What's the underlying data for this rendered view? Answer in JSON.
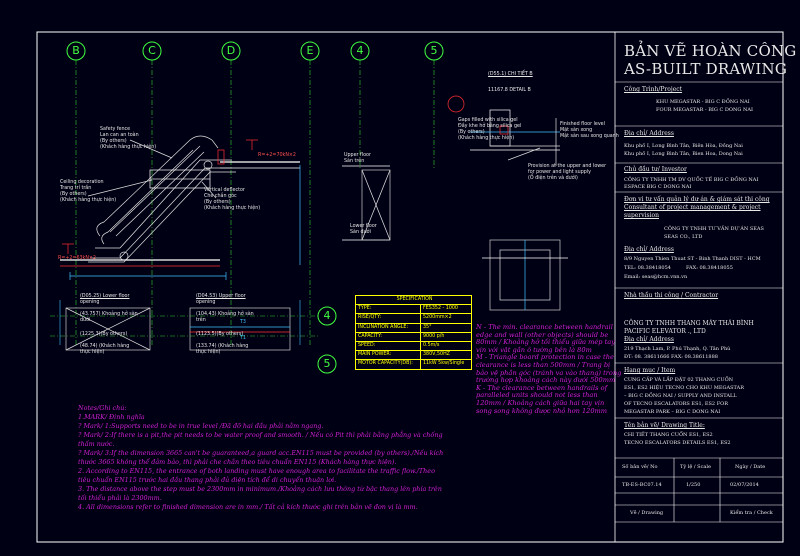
{
  "title": {
    "vi": "BẢN VẼ HOÀN CÔNG",
    "en": "AS-BUILT DRAWING"
  },
  "titleblock": {
    "project_h": "Công Trình/Project",
    "project_1": "KHU MEGASTAR - BIG C ĐỒNG NAI",
    "project_2": "FOUR MEGASTAR - BIG C DONG NAI",
    "addr_h": "Địa chỉ/ Address",
    "addr_1": "Khu phố I, Long Bình Tân, Biên Hòa, Đồng Nai",
    "addr_2": "Khu phố I, Long Bình Tân, Bien Hoa, Dong Nai",
    "investor_h": "Chủ đầu tư/ Investor",
    "investor_1": "CÔNG TY TNHH TM DV QUỐC TẾ BIG C ĐỒNG NAI",
    "investor_2": "ESPACE BIG C DONG NAI",
    "consult_h1": "Đơn vị tư vấn quản lý dự án & giám sát thi công",
    "consult_h2": "Consultant of project management & project",
    "consult_h3": "supervision",
    "consult_1": "CÔNG TY TNHH TƯ VẤN DỰ ÁN SEAS",
    "consult_2": "SEAS CO., LTD",
    "consult_addr_h": "Địa chỉ/ Address",
    "consult_addr": "8/9 Nguyen Thien Thuat ST - Binh Thanh DIST - HCM",
    "consult_tel": "TEL: 08.38418054",
    "consult_fax": "FAX: 08.38418055",
    "consult_email": "Email: seas@hcm.vnn.vn",
    "contractor_h": "Nhà thầu thi công / Contractor",
    "contractor_1": "CÔNG TY TNHH THANG MÁY THÁI BÌNH",
    "contractor_2": "PACIFIC ELEVATOR ., LTD",
    "contractor_addr_h": "Địa chỉ/ Address",
    "contractor_addr": "219 Thạch Lam, P. Phú Thạnh, Q. Tân Phú",
    "contractor_tel": "ĐT: 08. 38611666 FAX: 08.38611888",
    "item_h": "Hạng mục / Item",
    "item_1": "CUNG CẤP VÀ LẮP ĐẶT 02 THANG CUỐN",
    "item_2": "ES1, ES2 HIỆU TECNO CHO KHU MEGASTAR",
    "item_3": "– BIG C ĐỒNG NAI / SUPPLY AND INSTALL",
    "item_4": "OF TECNO ESCALATORS ES1, ES2 FOR",
    "item_5": "MEGASTAR PARK – BIG C DONG NAI",
    "dwg_title_h": "Tên bản vẽ/ Drawing Title:",
    "dwg_title_1": "CHI TIẾT THANG CUỐN ES1, ES2",
    "dwg_title_2": "TECNO ESCALATORS DETAILS ES1, ES2",
    "col_no": "Số bản vẽ/ No",
    "col_scale": "Tỷ lệ / Scale",
    "col_date": "Ngày / Date",
    "no": "TB-ES-BC07.14",
    "scale": "1/250",
    "date": "02/07/2014",
    "drawn": "Vẽ / Drawing",
    "checked": "Kiểm tra / Check"
  },
  "grid": {
    "b": "B",
    "c": "C",
    "d": "D",
    "e": "E",
    "n4": "4",
    "n5": "5",
    "r4": "4",
    "r5": "5"
  },
  "spec": {
    "header": "SPECIFICATION",
    "rows": [
      [
        "TYPE:",
        "FES352 - 1000"
      ],
      [
        "RISE/QTY:",
        "5200mm×2"
      ],
      [
        "INCLINATION ANGLE:",
        "35°"
      ],
      [
        "CAPACITY:",
        "9000 p/h"
      ],
      [
        "SPEED:",
        "0.5m/s"
      ],
      [
        "MAIN POWER:",
        "380V,50HZ"
      ],
      [
        "MOTOR CAPACITY(DB):",
        "11kW 5kw/Single"
      ]
    ]
  },
  "labels": {
    "safety_fence": "Safety fence",
    "safety_fence_vi": "Lan can an toàn",
    "by_others": "(By others)",
    "by_others_vi": "(Khách hàng thực hiện)",
    "ceiling_decoration": "Ceiling decoration",
    "ceiling_decoration_vi": "Trang trí trần",
    "vertical_deflector": "Vertical deflector",
    "vertical_deflector_vi": "Che chắn góc",
    "upper_floor": "Upper floor",
    "upper_floor_vi": "Sàn trên",
    "lower_floor": "Lower floor",
    "lower_floor_vi": "Sàn dưới",
    "level_top": "R=+2=70kN×2",
    "level_bot": "R=+2=63kN×2",
    "detail_a": "(D55.1) CHI TIẾT B",
    "detail_b": "11167.8 DETAIL B",
    "gaps_filled": "Gaps filled with silica gel",
    "gaps_filled_vi": "Đầy khe hở bằng silica gel",
    "floor_level": "Finished floor level",
    "floor_level_vi": "Mặt sàn xong",
    "pit_bottom": "Mặt sàn sau xong quanh",
    "provision": "Provision at the upper and lower",
    "provision_2": "for power and light supply",
    "provision_3": "(Ổ điện trên và dưới)",
    "lower_opening": "(D05.25) Lower floor",
    "lower_opening_2": "opening",
    "upper_opening": "(D04.53) Upper floor",
    "upper_opening_2": "opening",
    "lower_o1": "(43.757) Khoảng hở sàn",
    "lower_o1b": "dưới",
    "lower_o2": "(1225.3)(By others)",
    "lower_o3": "(48.74) (Khách hàng",
    "lower_o3b": "thực hiện)",
    "upper_o1": "(104.43) Khoảng hở sàn",
    "upper_o1b": "trên",
    "upper_o2": "(1123.5)(By others)",
    "upper_o3": "(133.74) (Khách hàng",
    "upper_o3b": "thực hiện)",
    "t3": "T3",
    "t1": "T1"
  },
  "clearance_notes": [
    "N - The min. clearance between handrail",
    "edge and wall (other objects) should be",
    "80mm / Khoảng hở tối thiểu giữa mép tay",
    "vịn với vật gần ô tường bên là 80m",
    "M - Triangle board protection in case the",
    "clearance is less than 500mm / Trang bị",
    "bảo vệ phần góc (tránh va vào thang) trong",
    "trường hợp khoảng cách này dưới 500mm",
    "K - The clearance between handrails of",
    "paralleled units should not less than",
    "120mm / Khoảng cách giữa hai tay vịn",
    "song song không được nhỏ hơn 120mm"
  ],
  "notes": [
    "Notes/Ghi chú:",
    "1.MARK/ Định nghĩa",
    "  ? Mark/ 1:Supports need to be in true level /Đã đỡ hai đầu phải nằm ngang.",
    "  ? Mark/ 2:If there is a pit,the pit needs to be water proof and smooth. / Nếu có Pit thì phải bằng phẳng và chống",
    "thấm nước.",
    "  ? Mark/ 3:If the dimension 3665 can't be guaranteed,a guard acc.EN115 must be provided (by others)./Nếu kích",
    "thước 3665 không thể đảm bảo, thì phải che chắn theo tiêu chuẩn EN115 (Khách hàng thực hiện).",
    "2. According to EN115, the entrance of both landing must have enough area to facilitate the traffic flow./Theo",
    "tiêu chuẩn EN115 trước hai đầu thang phải đủ diện tích để di chuyển thuận lợi.",
    "3. The distance above the step must be 2300mm in minimum./Khoảng cách lưu thông từ bậc thang lên phía trên",
    "tối thiểu phải là 2300mm.",
    "4. All dimensions refer to finished dimension are in mm./ Tất cả kích thước ghi trên bản vẽ đơn vị là mm."
  ],
  "colors": {
    "bg": "#000014",
    "grid": "#40ff40",
    "notes": "#d020d0",
    "spec": "#ffff00",
    "frame": "#ffffff",
    "red": "#ff3030",
    "cyan": "#40c0ff"
  }
}
